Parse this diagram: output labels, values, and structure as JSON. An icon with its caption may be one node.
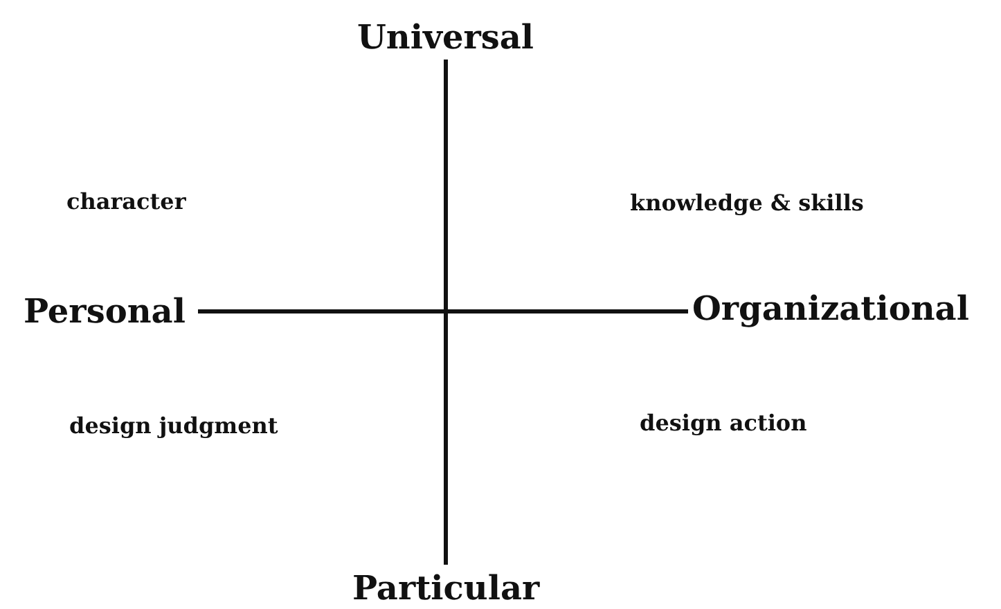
{
  "diagram": {
    "labels": [
      "Universal",
      "character",
      "knowledge & skills",
      "Personal",
      "Organizational",
      "design judgment",
      "design action",
      "Particular"
    ]
  }
}
